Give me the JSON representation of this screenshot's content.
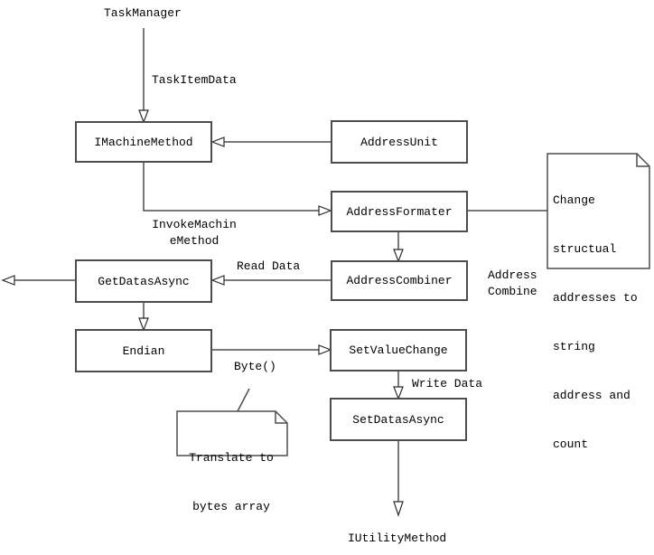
{
  "diagram": {
    "background": "#ffffff",
    "line_color": "#4d4d4d",
    "text_color": "#000000",
    "endpoints": {
      "start": "TaskManager",
      "end": "IUtilityMethod"
    },
    "nodes": {
      "imachinemethod": "IMachineMethod",
      "addressunit": "AddressUnit",
      "addressformater": "AddressFormater",
      "addresscombiner": "AddressCombiner",
      "getdatasasync": "GetDatasAsync",
      "endian": "Endian",
      "setvaluechange": "SetValueChange",
      "setdatasasync": "SetDatasAsync"
    },
    "edge_labels": {
      "task_item_data": "TaskItemData",
      "invoke_machine_method": [
        "InvokeMachin",
        "eMethod"
      ],
      "read_data": "Read Data",
      "address_combine": [
        "Address",
        "Combine"
      ],
      "byte": "Byte()",
      "write_data": "Write Data"
    },
    "notes": {
      "change_structural": [
        "Change",
        "structual",
        "addresses to",
        "string",
        "address and",
        "count"
      ],
      "translate_bytes": [
        "Translate to",
        "bytes array"
      ]
    }
  }
}
